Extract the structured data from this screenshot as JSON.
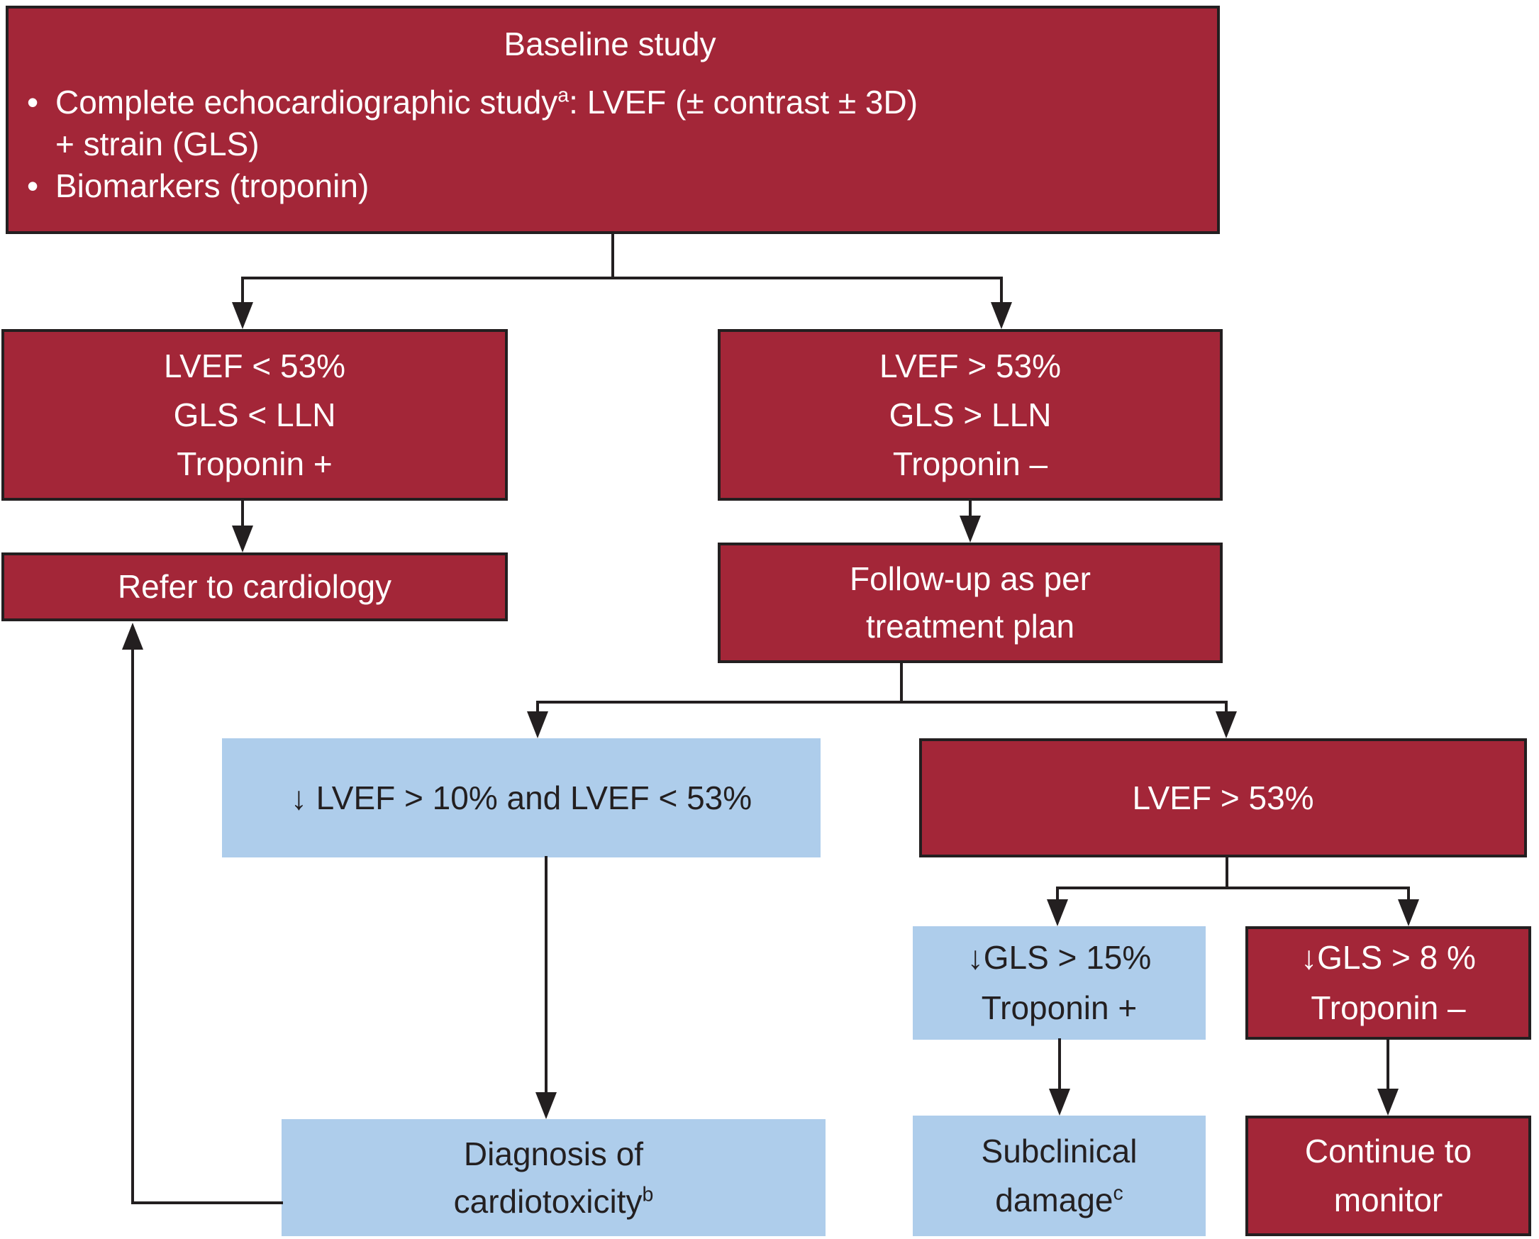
{
  "figure_type": "clinical-flowchart",
  "colors": {
    "box_red": "#A32638",
    "box_blue": "#AECDEB",
    "line": "#231F20",
    "text_light": "#FFFFFF",
    "text_dark": "#231F20"
  },
  "bullet_marker": "•",
  "nodes": {
    "baseline": {
      "title": "Baseline study",
      "bullet1_pre": "Complete echocardiographic study",
      "bullet1_sup": "a",
      "bullet1_post": ": LVEF (± contrast ± 3D)",
      "bullet1_cont": "+ strain (GLS)",
      "bullet2": "Biomarkers (troponin)"
    },
    "lvef_low": {
      "line1": "LVEF < 53%",
      "line2": "GLS < LLN",
      "line3": "Troponin +"
    },
    "lvef_high": {
      "line1": "LVEF > 53%",
      "line2": "GLS > LLN",
      "line3": "Troponin –"
    },
    "refer": {
      "label": "Refer to cardiology"
    },
    "followup": {
      "line1": "Follow-up as per",
      "line2": "treatment plan"
    },
    "lvef_drop": {
      "label": "↓ LVEF > 10% and LVEF < 53%"
    },
    "lvef_53": {
      "label": "LVEF > 53%"
    },
    "gls15": {
      "line1": "↓GLS > 15%",
      "line2": "Troponin +"
    },
    "gls8": {
      "line1": "↓GLS > 8 %",
      "line2": "Troponin –"
    },
    "diagnosis": {
      "line1": "Diagnosis of",
      "line2_base": "cardiotoxicity",
      "line2_sup": "b"
    },
    "subclinical": {
      "line1": "Subclinical",
      "line2_base": "damage",
      "line2_sup": "c"
    },
    "monitor": {
      "line1": "Continue to",
      "line2": "monitor"
    }
  }
}
